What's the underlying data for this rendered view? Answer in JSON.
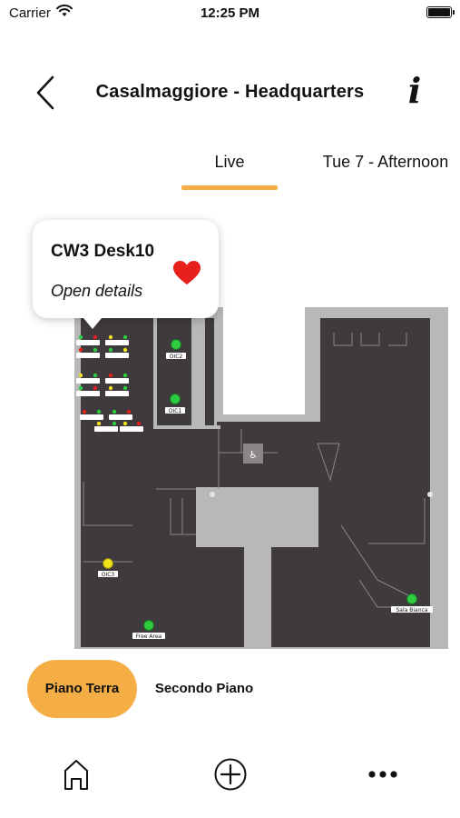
{
  "status_bar": {
    "carrier": "Carrier",
    "time": "12:25 PM"
  },
  "header": {
    "title": "Casalmaggiore - Headquarters",
    "back_icon": "chevron-left-icon",
    "info_label": "i"
  },
  "tabs": {
    "items": [
      {
        "label": "Live",
        "selected": true
      },
      {
        "label": "Tue 7 - Afternoon",
        "selected": false
      }
    ],
    "indicator_color": "#f5ad45"
  },
  "popup": {
    "title": "CW3 Desk10",
    "subtitle": "Open details",
    "favorite": true,
    "heart_color": "#e8201c"
  },
  "map": {
    "wall_color": "#b8b8b8",
    "floor_color": "#3f3a3d",
    "labels": {
      "oic2": "OIC2",
      "oic1": "OIC1",
      "oic3": "OIC3",
      "free_area": "Free Area",
      "sala_bianca": "Sala Bianca"
    },
    "status_colors": {
      "available": "#2ecc40",
      "occupied": "#e8201c",
      "reserved": "#f2e31b"
    }
  },
  "floors": {
    "items": [
      {
        "label": "Piano Terra",
        "selected": true
      },
      {
        "label": "Secondo Piano",
        "selected": false
      }
    ],
    "active_color": "#f5ad45"
  },
  "tabbar": {
    "items": [
      "home-icon",
      "add-circle-icon",
      "more-icon"
    ]
  }
}
